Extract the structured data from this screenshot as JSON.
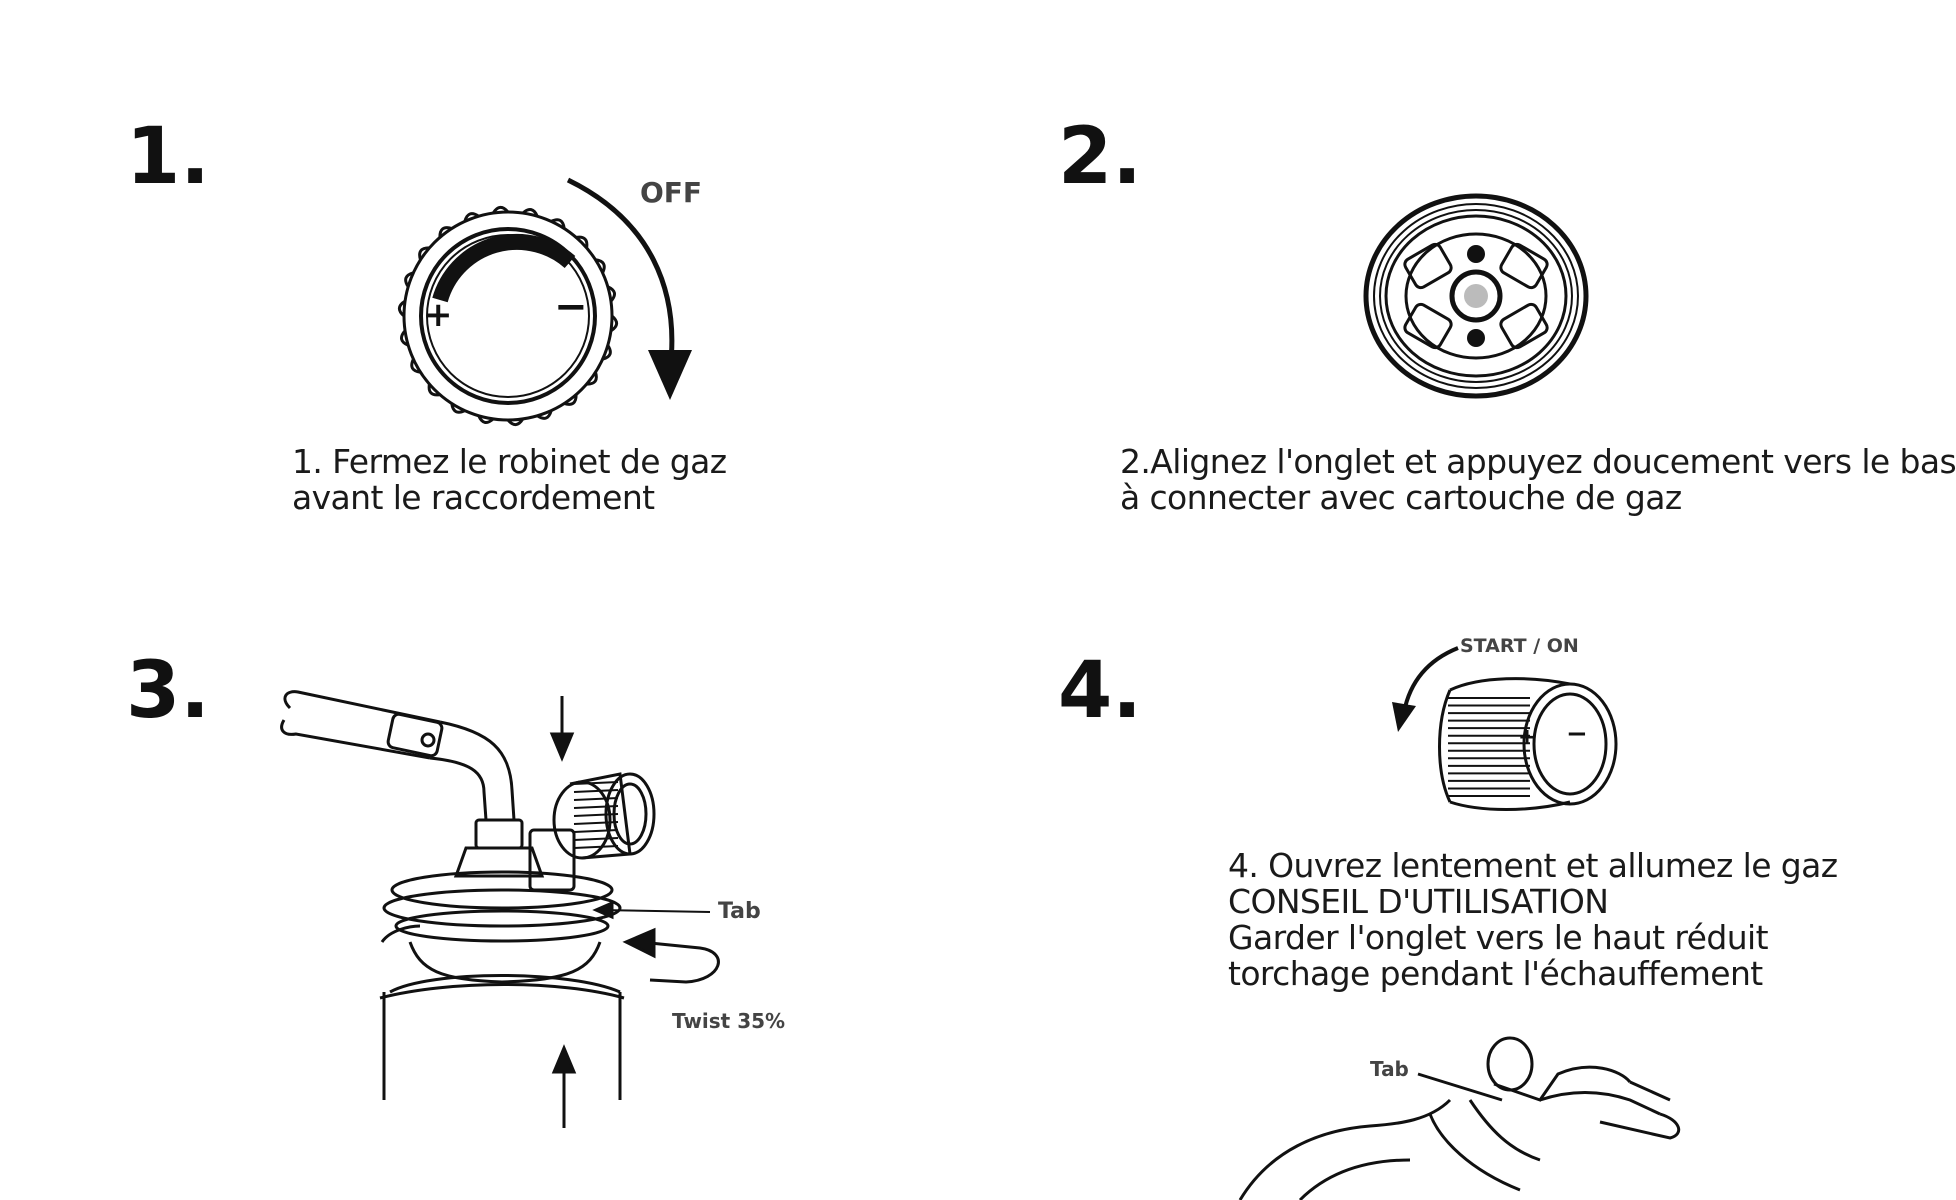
{
  "steps": [
    {
      "number": "1.",
      "caption": [
        "1. Fermez le robinet de gaz",
        "avant le raccordement"
      ],
      "labels": {
        "off": "OFF",
        "plus": "+",
        "minus": "−"
      }
    },
    {
      "number": "2.",
      "caption": [
        "2.Alignez l'onglet et appuyez doucement vers le bas",
        "à connecter avec cartouche de gaz"
      ]
    },
    {
      "number": "3.",
      "labels": {
        "tab": "Tab",
        "twist": "Twist 35%"
      }
    },
    {
      "number": "4.",
      "caption": [
        "4. Ouvrez lentement et allumez le gaz",
        "CONSEIL D'UTILISATION",
        "Garder l'onglet vers le haut réduit",
        "torchage pendant l'échauffement"
      ],
      "labels": {
        "start": "START / ON",
        "tab": "Tab"
      }
    }
  ],
  "icons": [
    "valve-knob-icon",
    "rotate-arrow-icon",
    "cartridge-valve-icon",
    "torch-assembly-icon",
    "torch-knob-icon",
    "hand-holding-torch-icon"
  ]
}
